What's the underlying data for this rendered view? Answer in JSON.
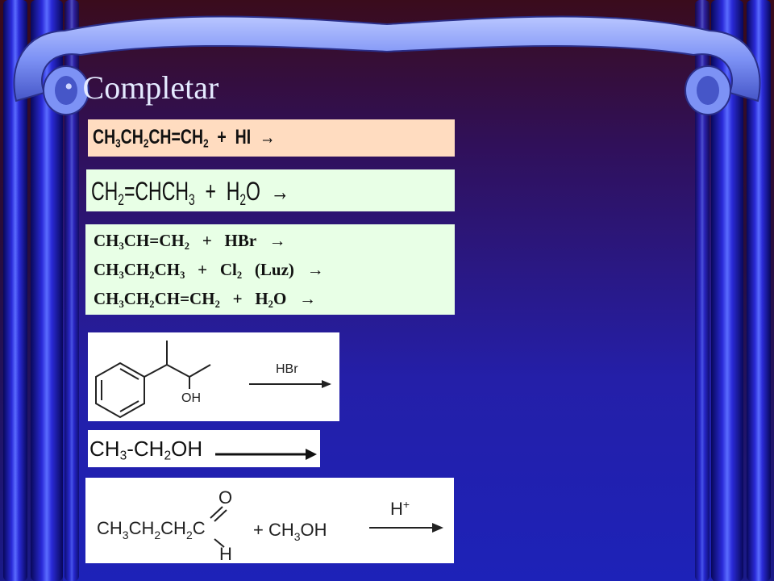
{
  "slide": {
    "bullet": "•",
    "title": "Completar"
  },
  "reactions": {
    "r1": {
      "parts": [
        "CH",
        "3",
        "CH",
        "2",
        "CH=CH",
        "2",
        "  +  HI  →"
      ]
    },
    "r2": {
      "parts": [
        "CH",
        "2",
        "=CHCH",
        "3",
        "  +  H",
        "2",
        "O  →"
      ]
    },
    "r3": [
      {
        "parts": [
          "CH",
          "3",
          "CH=CH",
          "2",
          "   +   HBr   →"
        ]
      },
      {
        "parts": [
          "CH",
          "3",
          "CH",
          "2",
          "CH",
          "3",
          "   +   Cl",
          "2",
          "   (Luz)   →"
        ]
      },
      {
        "parts": [
          "CH",
          "3",
          "CH",
          "2",
          "CH=CH",
          "2",
          "   +   H",
          "2",
          "O   →"
        ]
      }
    ],
    "r4": {
      "reagent": "HBr",
      "group": "OH"
    },
    "r5": {
      "text": "CH",
      "sub": "3",
      "text2": "-CH",
      "sub2": "2",
      "text3": "OH"
    },
    "r6": {
      "left": "CH",
      "oxygen": "O",
      "hydrogen": "H",
      "plus": "+ CH",
      "methanol_sub": "3",
      "methanol_end": "OH",
      "catalyst": "H",
      "catalyst_charge": "+"
    }
  }
}
